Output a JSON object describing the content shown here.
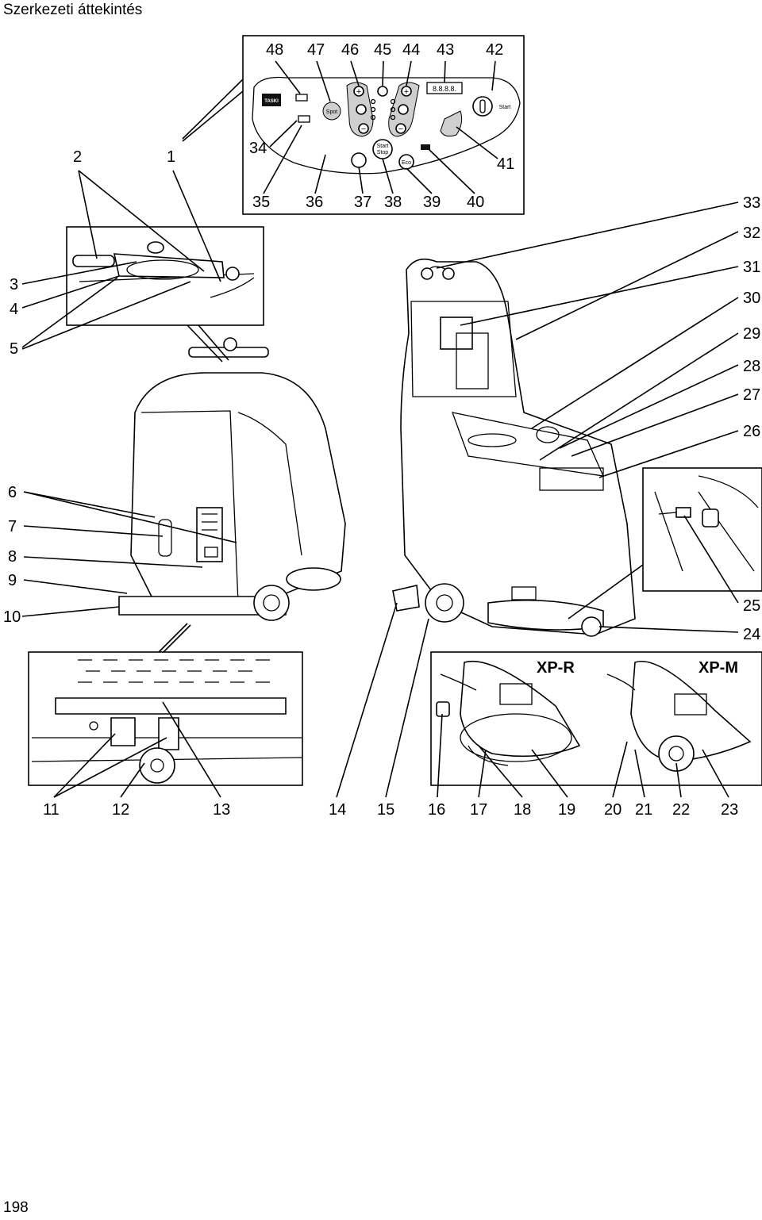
{
  "page": {
    "title": "Szerkezeti áttekintés",
    "page_number": "198"
  },
  "panel": {
    "brand": "TASKI",
    "spot": "Spot",
    "start_stop_1": "Start",
    "start_stop_2": "Stop",
    "eco": "Eco",
    "start": "Start",
    "display": "8.8.8.8."
  },
  "variants": {
    "xp_r": "XP-R",
    "xp_m": "XP-M"
  },
  "callouts": {
    "c1": "1",
    "c2": "2",
    "c3": "3",
    "c4": "4",
    "c5": "5",
    "c6": "6",
    "c7": "7",
    "c8": "8",
    "c9": "9",
    "c10": "10",
    "c11": "11",
    "c12": "12",
    "c13": "13",
    "c14": "14",
    "c15": "15",
    "c16": "16",
    "c17": "17",
    "c18": "18",
    "c19": "19",
    "c20": "20",
    "c21": "21",
    "c22": "22",
    "c23": "23",
    "c24": "24",
    "c25": "25",
    "c26": "26",
    "c27": "27",
    "c28": "28",
    "c29": "29",
    "c30": "30",
    "c31": "31",
    "c32": "32",
    "c33": "33",
    "c34": "34",
    "c35": "35",
    "c36": "36",
    "c37": "37",
    "c38": "38",
    "c39": "39",
    "c40": "40",
    "c41": "41",
    "c42": "42",
    "c43": "43",
    "c44": "44",
    "c45": "45",
    "c46": "46",
    "c47": "47",
    "c48": "48"
  }
}
